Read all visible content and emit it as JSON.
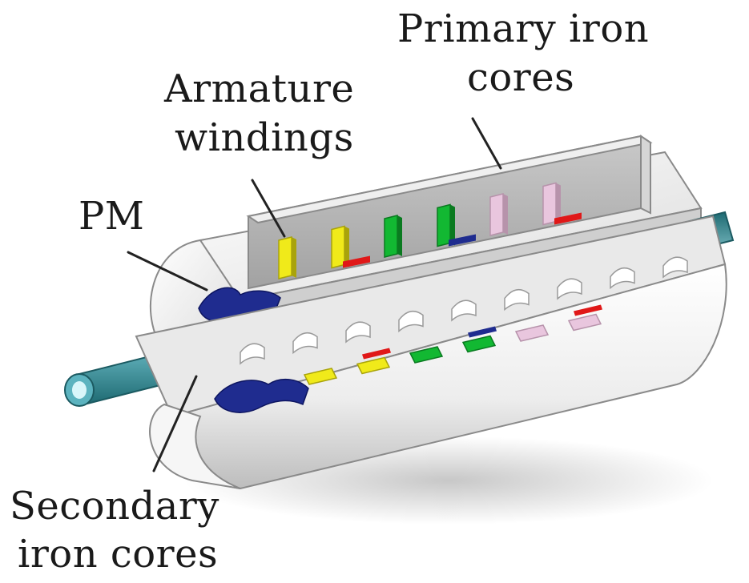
{
  "labels": {
    "primary_line1": "Primary iron",
    "primary_line2": "cores",
    "armature_line1": "Armature",
    "armature_line2": "windings",
    "pm": "PM",
    "secondary_line1": "Secondary",
    "secondary_line2": "iron cores"
  },
  "colors": {
    "core_light": "#f3f3f3",
    "core_mid": "#d8d8d8",
    "core_dark": "#a9a9a9",
    "shaft_teal": "#2f7f86",
    "shaft_light": "#a8e6ee",
    "pm_blue": "#1f2c8f",
    "winding_yellow": "#f0ea1a",
    "winding_green": "#12b832",
    "winding_pink": "#e9c6de",
    "winding_red": "#e01818"
  },
  "winding_phases_top": [
    "yellow",
    "yellow",
    "green",
    "green",
    "pink",
    "pink"
  ],
  "winding_phases_bottom": [
    "yellow",
    "yellow",
    "green",
    "green",
    "pink",
    "pink"
  ]
}
